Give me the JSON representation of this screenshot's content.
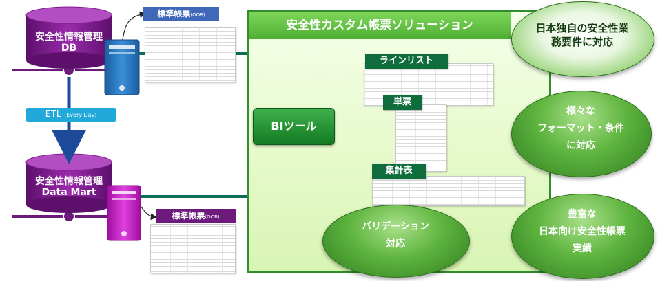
{
  "solution": {
    "title": "安全性カスタム帳票ソリューション"
  },
  "database": {
    "line1": "安全性情報管理",
    "line2": "DB",
    "report_tag_main": "標準帳票",
    "report_tag_small": "(OOB)"
  },
  "etl": {
    "main": "ETL",
    "small": "(Every Day)"
  },
  "data_mart": {
    "line1": "安全性情報管理",
    "line2": "Data Mart",
    "report_tag_main": "標準帳票",
    "report_tag_small": "(OOB)"
  },
  "bi_tool": {
    "label": "BIツール"
  },
  "reports": {
    "line_list": "ラインリスト",
    "single": "単票",
    "summary": "集計表"
  },
  "features": {
    "japan_specific": [
      "日本独自の安全性業",
      "務要件に対応"
    ],
    "formats": [
      "様々な",
      "フォーマット・条件",
      "に対応"
    ],
    "validation": [
      "バリデーション",
      "対応"
    ],
    "track_record": [
      "豊富な",
      "日本向け安全性帳票",
      "実績"
    ]
  },
  "colors": {
    "db_purple": "#7e1c8f",
    "server_blue": "#1f6fb6",
    "server_magenta": "#c818c2",
    "server_olive": "#7d7812",
    "arrow_green": "#0f6b5a",
    "accent_green": "#2f8f2f"
  }
}
